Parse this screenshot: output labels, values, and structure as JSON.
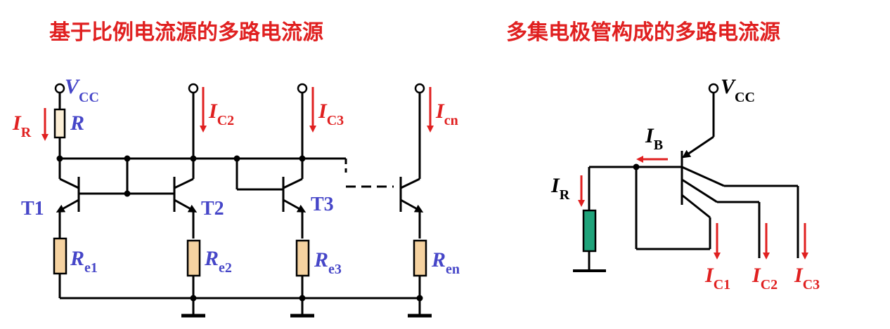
{
  "titles": {
    "left": "基于比例电流源的多路电流源",
    "right": "多集电极管构成的多路电流源"
  },
  "left_circuit": {
    "supply": {
      "symbol": "V",
      "subscript": "CC"
    },
    "reference_current": {
      "symbol": "I",
      "subscript": "R"
    },
    "resistor": "R",
    "transistors": [
      "T1",
      "T2",
      "T3"
    ],
    "output_currents": [
      {
        "symbol": "I",
        "subscript": "C2"
      },
      {
        "symbol": "I",
        "subscript": "C3"
      },
      {
        "symbol": "I",
        "subscript": "cn"
      }
    ],
    "emitter_resistors": [
      {
        "symbol": "R",
        "subscript": "e1"
      },
      {
        "symbol": "R",
        "subscript": "e2"
      },
      {
        "symbol": "R",
        "subscript": "e3"
      },
      {
        "symbol": "R",
        "subscript": "en"
      }
    ]
  },
  "right_circuit": {
    "supply": {
      "symbol": "V",
      "subscript": "CC"
    },
    "base_current": {
      "symbol": "I",
      "subscript": "B"
    },
    "reference_current": {
      "symbol": "I",
      "subscript": "R"
    },
    "output_currents": [
      {
        "symbol": "I",
        "subscript": "C1"
      },
      {
        "symbol": "I",
        "subscript": "C2"
      },
      {
        "symbol": "I",
        "subscript": "C3"
      }
    ]
  },
  "colors": {
    "title": "#e02020",
    "current_arrow": "#e02020",
    "component_label": "#4646c8",
    "resistor_fill": "#f5d2a0",
    "reference_resistor_fill": "#fcefd6",
    "right_resistor_fill": "#1fa37a",
    "wire": "#000000"
  }
}
